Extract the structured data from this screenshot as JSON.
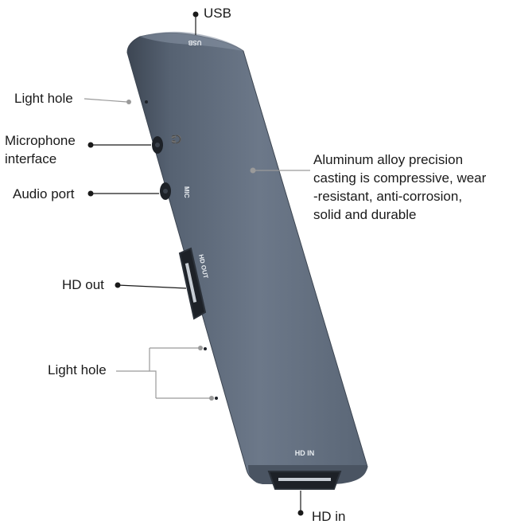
{
  "labels": {
    "usb": "USB",
    "light_hole_top": "Light hole",
    "microphone_line1": "Microphone",
    "microphone_line2": "interface",
    "audio_port": "Audio port",
    "hd_out": "HD out",
    "light_hole_bottom": "Light hole",
    "hd_in": "HD in",
    "aluminum_line1": "Aluminum alloy precision",
    "aluminum_line2": "casting is compressive, wear",
    "aluminum_line3": "-resistant, anti-corrosion,",
    "aluminum_line4": "solid and durable"
  },
  "device_print": {
    "usb": "USB",
    "mic": "MIC",
    "hd_out": "HD OUT",
    "hd_in": "HD IN"
  },
  "colors": {
    "body_dark": "#4f5a68",
    "body_light": "#7a8696",
    "edge": "#3c4551",
    "port": "#1d2127",
    "leader_dark": "#1a1a1a",
    "leader_light": "#9a9a9a"
  }
}
